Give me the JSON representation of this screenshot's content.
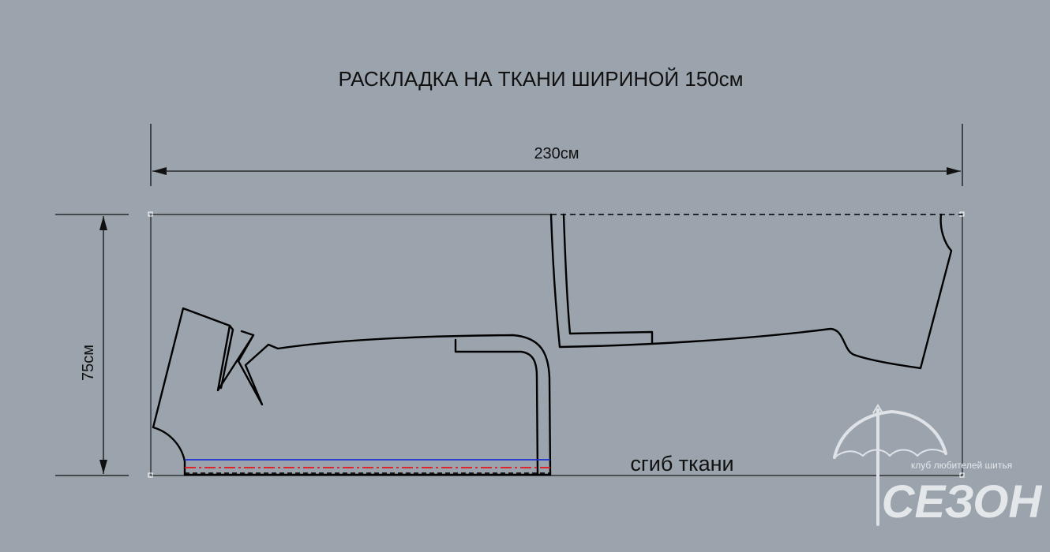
{
  "title": "РАСКЛАДКА НА ТКАНИ ШИРИНОЙ 150см",
  "dimensions": {
    "width_label": "230см",
    "height_label": "75см"
  },
  "fold_label": "сгиб ткани",
  "logo": {
    "name": "СЕЗОН",
    "tagline": "клуб любителей шитья",
    "icon": "umbrella-icon"
  },
  "colors": {
    "background": "#9ba4ad",
    "outline": "#000000",
    "blue_line": "#1d2fd6",
    "red_line": "#e8121b",
    "logo": "#e4e7ea"
  }
}
